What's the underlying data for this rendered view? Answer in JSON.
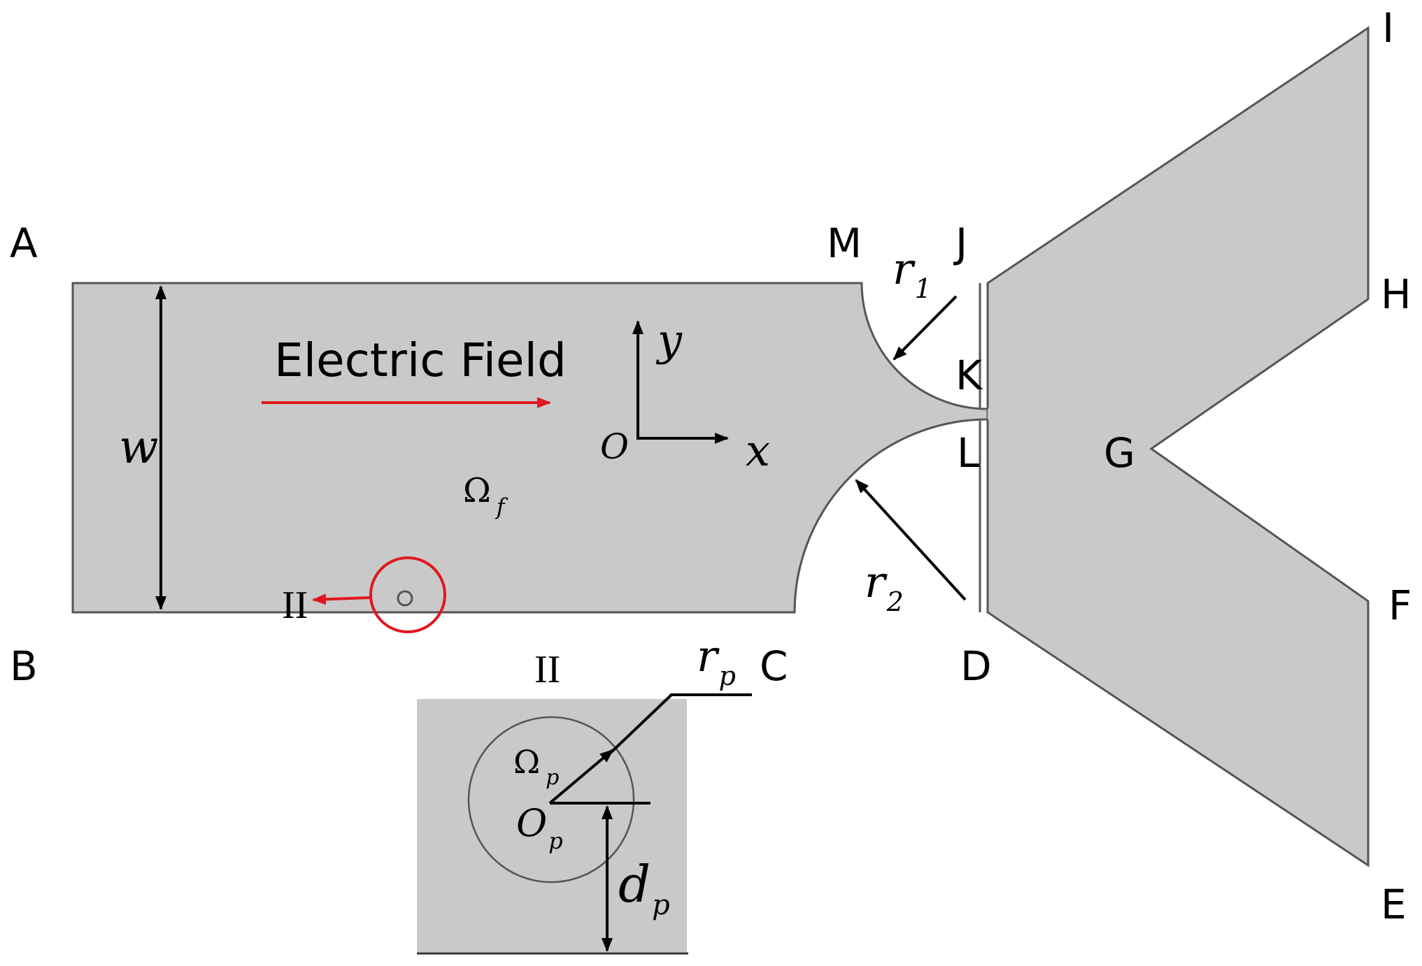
{
  "colors": {
    "domain_fill": "#c9c9c9",
    "outline": "#555555",
    "arrow": "#000000",
    "highlight": "#e0181e"
  },
  "diagram": {
    "title": "Electric Field",
    "corner_labels": {
      "A": "A",
      "B": "B",
      "C": "C",
      "D": "D",
      "E": "E",
      "F": "F",
      "G": "G",
      "H": "H",
      "I": "I",
      "J": "J",
      "K": "K",
      "L": "L",
      "M": "M"
    },
    "symbols": {
      "width": "w",
      "origin": "O",
      "x_axis": "x",
      "y_axis": "y",
      "fluid_domain": {
        "base": "Ω",
        "sub": "f"
      },
      "r1": {
        "base": "r",
        "sub": "1"
      },
      "r2": {
        "base": "r",
        "sub": "2"
      },
      "zoom_tag": "II",
      "inset_title": "II",
      "rp": {
        "base": "r",
        "sub": "p"
      },
      "particle_domain": {
        "base": "Ω",
        "sub": "p"
      },
      "particle_center": {
        "base": "O",
        "sub": "p"
      },
      "dp": {
        "base": "d",
        "sub": "p"
      }
    }
  }
}
